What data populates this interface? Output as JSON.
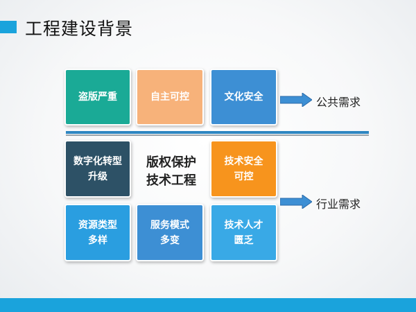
{
  "slide": {
    "title": "工程建设背景"
  },
  "public": {
    "tiles": [
      "盗版严重",
      "自主可控",
      "文化安全"
    ],
    "need": "公共需求"
  },
  "industry": {
    "tiles": [
      "数字化转型\n升级",
      "技术安全\n可控",
      "资源类型\n多样",
      "服务模式\n多变",
      "技术人才\n匮乏"
    ],
    "center": "版权保护\n技术工程",
    "need": "行业需求"
  },
  "colors": {
    "teal": "#1aaa96",
    "orange_light": "#f7b27a",
    "blue": "#3d8fd4",
    "navy": "#2d5166",
    "orange": "#f7941d",
    "sky": "#2a9ee0",
    "sky2": "#39a9e6",
    "accent": "#1aa3dc"
  },
  "icons": {
    "arrow": "right-arrow-icon"
  }
}
